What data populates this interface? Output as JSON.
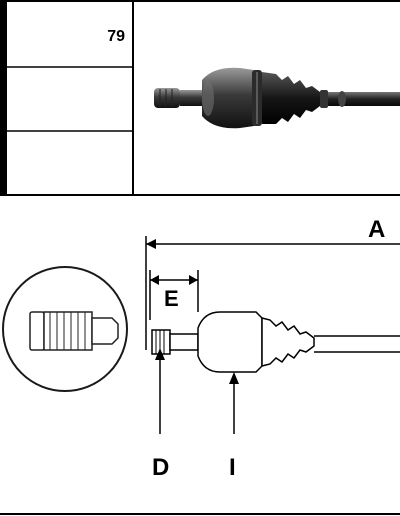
{
  "spec_table": {
    "rows": [
      {
        "value": "79"
      },
      {
        "value": ""
      },
      {
        "value": ""
      }
    ]
  },
  "photo": {
    "subject": "drive-shaft-photo"
  },
  "drawing": {
    "labels": {
      "overall_length": "A",
      "spline_length": "E",
      "spline_diameter": "D",
      "joint_diameter": "I"
    }
  }
}
